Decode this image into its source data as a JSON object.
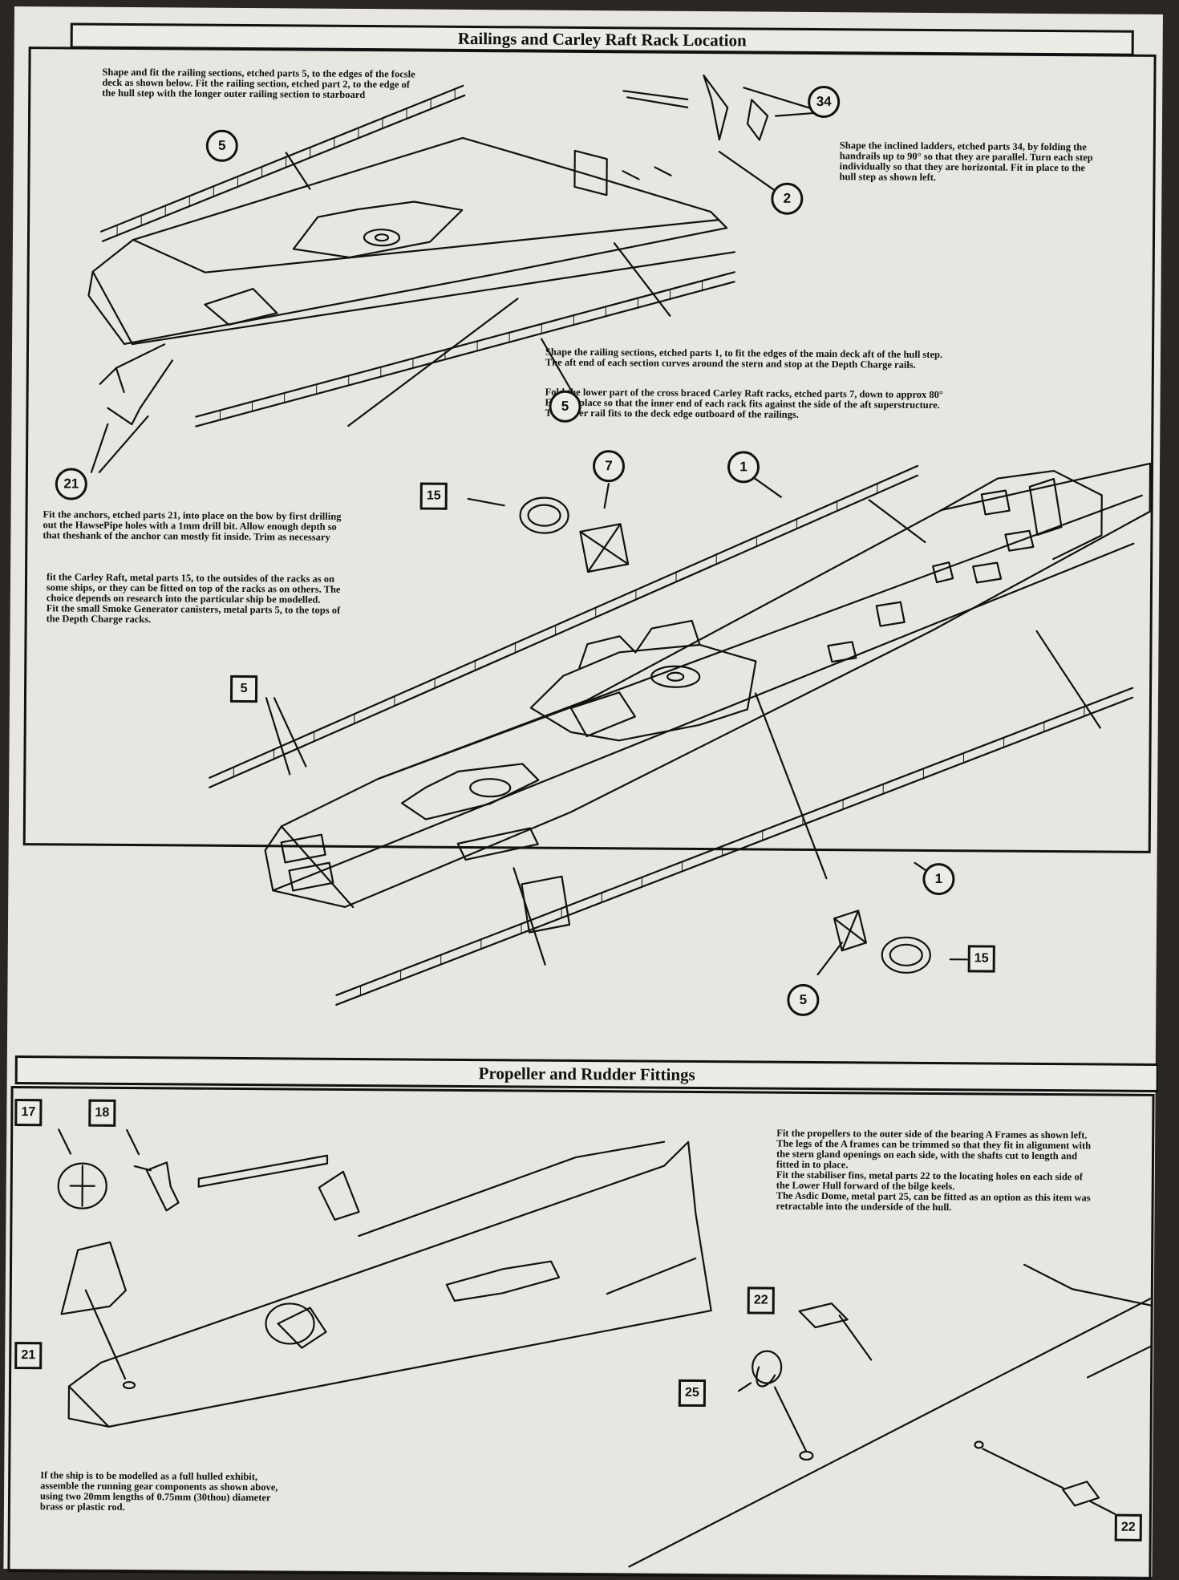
{
  "section1": {
    "title": "Railings and Carley Raft Rack Location",
    "notes": {
      "railings_bow": [
        "Shape and fit the railing sections, etched parts 5, to the edges of the focsle",
        "deck as shown below. Fit the railing section, etched part 2, to the edge of",
        "the hull step with the longer outer railing section to starboard"
      ],
      "ladders": [
        "Shape the inclined ladders, etched parts 34, by folding the",
        "handrails up to 90° so that they are parallel. Turn each step",
        "individually so that they are horizontal. Fit in place to the",
        "hull step as shown left."
      ],
      "railings_main": [
        "Shape the railing sections, etched parts 1, to fit the edges of the main deck aft of the hull step.",
        "The aft end of each section curves around the stern and stop at the Depth Charge rails."
      ],
      "raft_racks": [
        "Fold the lower part of the cross braced Carley Raft racks, etched parts 7, down to approx 80°",
        "Fit into place so that the inner end of each rack fits against the side of the aft superstructure.",
        "The lower rail fits to the deck edge outboard of the railings."
      ],
      "anchors": [
        "Fit the anchors, etched parts 21, into place on the bow by first drilling",
        "out the HawsePipe holes with a 1mm drill bit. Allow enough depth so",
        "that theshank of the anchor can mostly fit inside. Trim as necessary"
      ],
      "carley_raft": [
        "fit the Carley Raft, metal parts 15, to the outsides of the racks as on",
        "some ships, or they can be fitted on top of the racks as on others. The",
        "choice depends on research into the particular ship be modelled.",
        "Fit the small Smoke Generator canisters, metal parts 5, to the tops of",
        "the Depth Charge racks."
      ]
    },
    "callouts": {
      "c34": "34",
      "c5a": "5",
      "c2": "2",
      "c5b": "5",
      "c21": "21",
      "c7": "7",
      "c1a": "1",
      "c1b": "1",
      "c5c": "5",
      "s15a": "15",
      "s5": "5",
      "s15b": "15"
    }
  },
  "section2": {
    "title": "Propeller and Rudder Fittings",
    "notes": {
      "propellers": [
        "Fit the propellers to the outer side of the bearing A Frames as shown left.",
        "The legs of the A frames can be trimmed so that they fit in alignment with",
        "the stern gland openings on each side, with the shafts cut to length and",
        "fitted in to place.",
        "Fit the stabiliser fins, metal parts 22 to the locating holes on each side of",
        "the Lower Hull forward of the bilge keels.",
        "The Asdic Dome, metal part 25, can be fitted as an option as this item was",
        "retractable into the underside of the hull."
      ],
      "full_hull": [
        "If the ship is to be modelled as a full hulled exhibit,",
        "assemble the running gear components as shown above,",
        "using two 20mm lengths of 0.75mm (30thou) diameter",
        "brass or plastic rod."
      ]
    },
    "callouts": {
      "s17": "17",
      "s18": "18",
      "s21": "21",
      "s22a": "22",
      "s25": "25",
      "s22b": "22"
    }
  }
}
